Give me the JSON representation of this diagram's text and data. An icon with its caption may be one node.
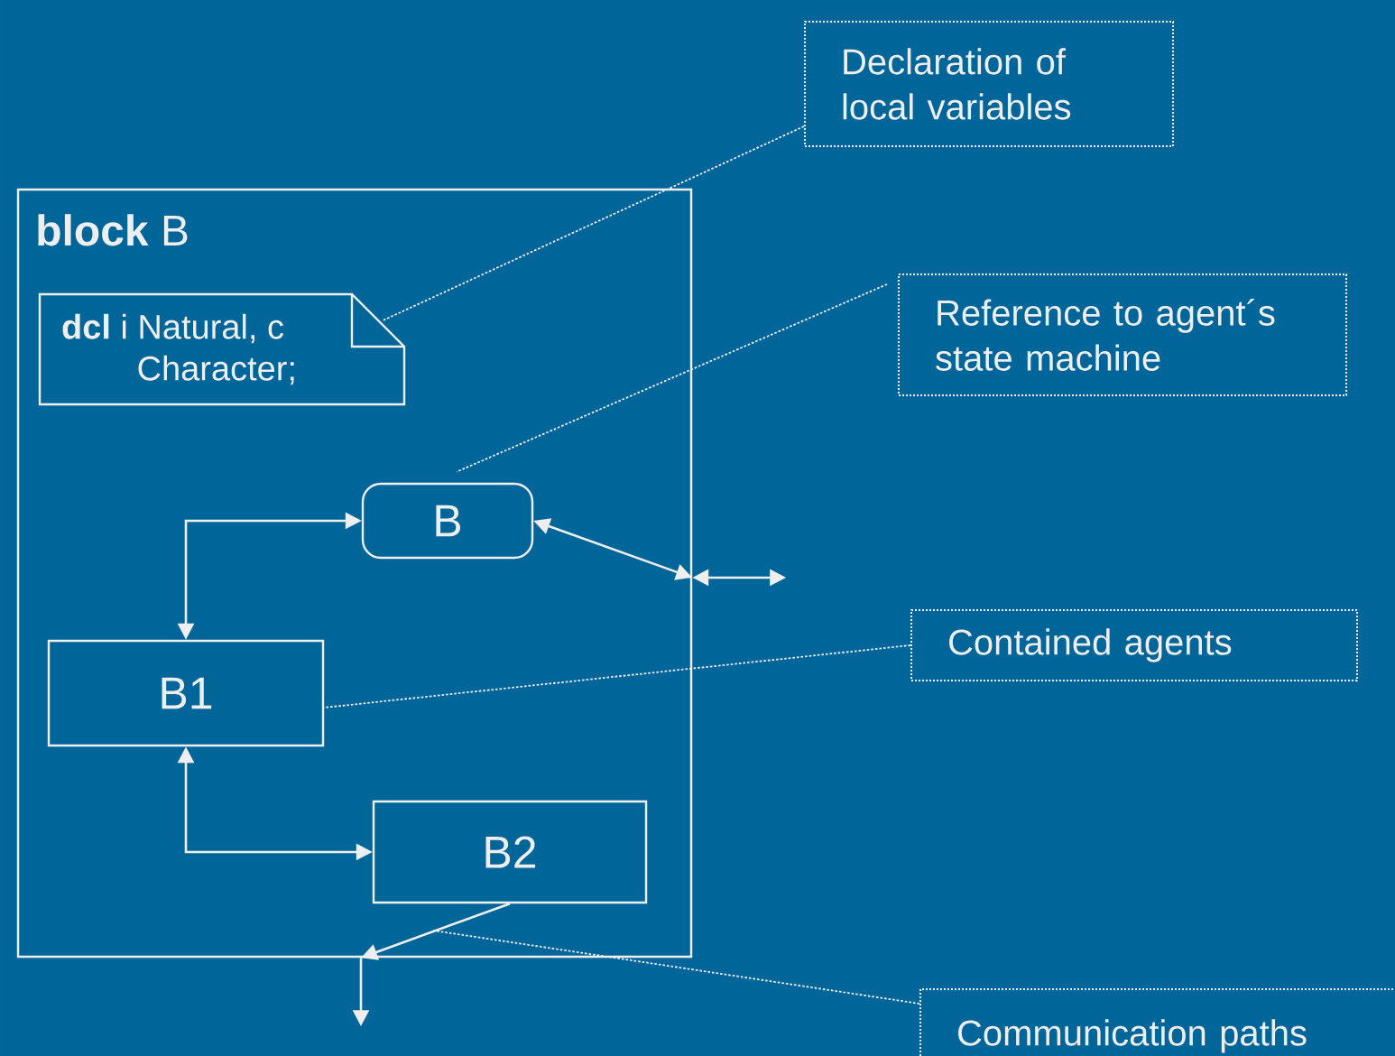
{
  "diagram": {
    "nodes": [
      {
        "text": [
          "**block** B"
        ]
      },
      {
        "text": [
          "**dcl** i Natural, c Character;"
        ],
        "in": 0
      },
      {
        "text": [
          "B"
        ],
        "in": 0
      },
      {
        "text": [
          "B1"
        ],
        "in": 0
      },
      {
        "text": [
          "B2"
        ],
        "in": 0
      },
      {
        "text": [
          "Declaration of local variables"
        ]
      },
      {
        "text": [
          "Reference to agent´s state machine"
        ]
      },
      {
        "text": [
          "Contained agents"
        ]
      },
      {
        "text": [
          "Communication paths"
        ]
      }
    ],
    "edges": [
      {
        "from": 3,
        "to": 2,
        "arrow": "both"
      },
      {
        "from": 2,
        "to": 0,
        "arrow": "both"
      },
      {
        "from": 0,
        "to": null,
        "arrow": "both"
      },
      {
        "from": 3,
        "to": 4,
        "arrow": "both"
      },
      {
        "from": 4,
        "to": 0,
        "arrow": "to"
      },
      {
        "from": 0,
        "to": null,
        "arrow": "to"
      },
      {
        "from": 5,
        "to": 1,
        "arrow": "none",
        "style": "dashed"
      },
      {
        "from": 6,
        "to": 2,
        "arrow": "none",
        "style": "dashed"
      },
      {
        "from": 7,
        "to": 3,
        "arrow": "none",
        "style": "dashed"
      },
      {
        "from": 8,
        "to": null,
        "arrow": "none",
        "style": "dashed"
      }
    ]
  }
}
